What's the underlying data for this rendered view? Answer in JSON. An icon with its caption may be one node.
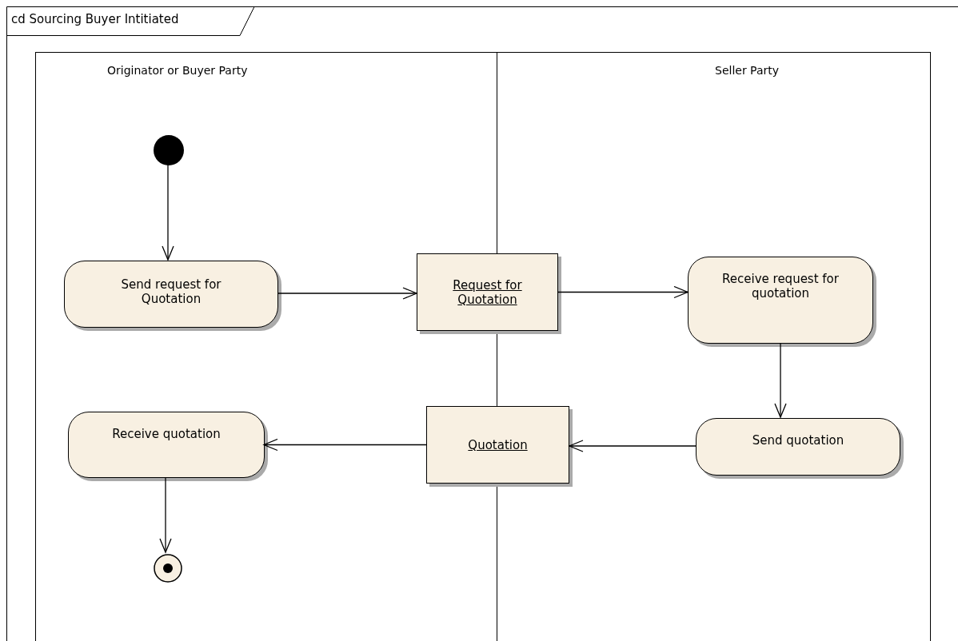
{
  "diagram": {
    "title": "cd Sourcing Buyer Intitiated",
    "nodes": [
      {
        "text": [
          "Originator or Buyer Party"
        ]
      },
      {
        "text": [
          "Seller Party"
        ]
      },
      {
        "text": [],
        "shape": "circle",
        "in": 0
      },
      {
        "text": [
          "Send request for Quotation"
        ],
        "in": 0
      },
      {
        "text": [
          "Request for Quotation"
        ]
      },
      {
        "text": [
          "Receive request for quotation"
        ],
        "in": 1
      },
      {
        "text": [
          "Send quotation"
        ],
        "in": 1
      },
      {
        "text": [
          "Quotation"
        ]
      },
      {
        "text": [
          "Receive quotation"
        ],
        "in": 0
      },
      {
        "text": [],
        "shape": "circle",
        "in": 0
      }
    ],
    "edges": [
      {
        "from": 2,
        "to": 3,
        "arrow": "to"
      },
      {
        "from": 3,
        "to": 4,
        "arrow": "to"
      },
      {
        "from": 4,
        "to": 5,
        "arrow": "to"
      },
      {
        "from": 5,
        "to": 6,
        "arrow": "to"
      },
      {
        "from": 6,
        "to": 7,
        "arrow": "to"
      },
      {
        "from": 7,
        "to": 8,
        "arrow": "to"
      },
      {
        "from": 8,
        "to": 9,
        "arrow": "to"
      }
    ]
  }
}
